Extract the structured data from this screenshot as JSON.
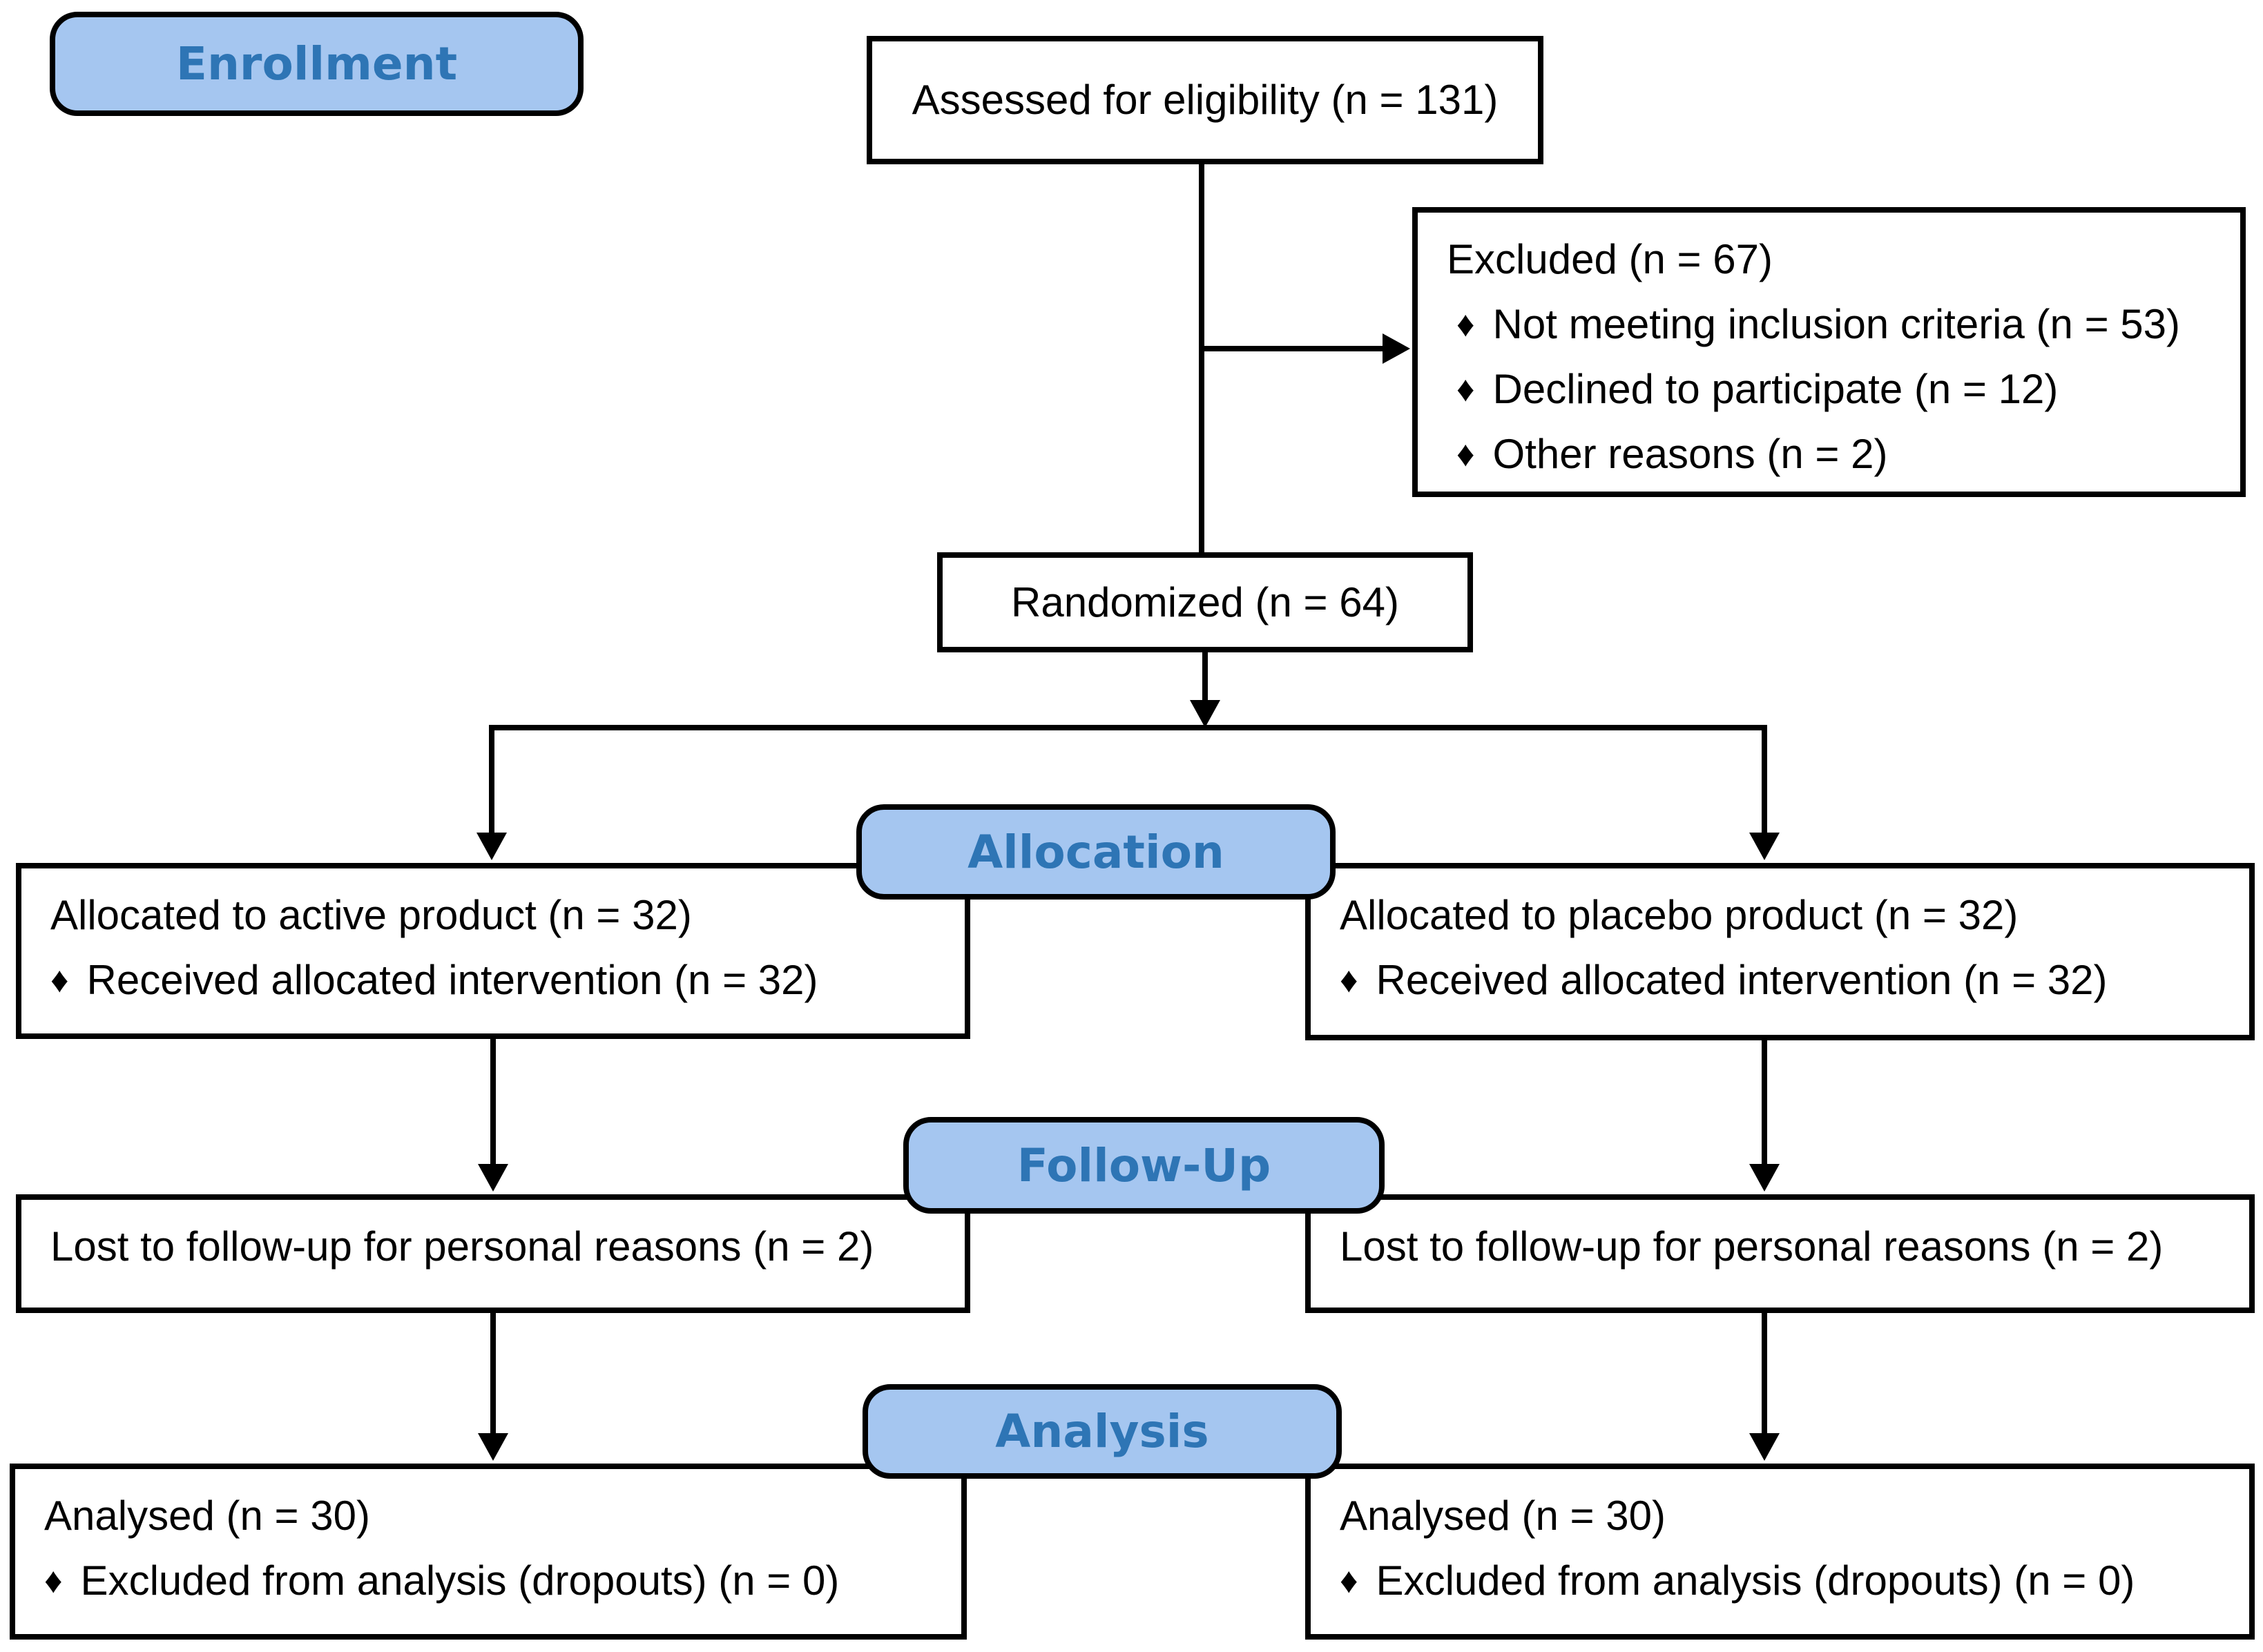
{
  "diagram": {
    "stages": {
      "enrollment": "Enrollment",
      "allocation": "Allocation",
      "followup": "Follow-Up",
      "analysis": "Analysis"
    },
    "colors": {
      "stage_fill": "#A5C6F0",
      "stage_text": "#2E75B5",
      "box_border": "#000000",
      "arrow": "#000000",
      "background": "#FFFFFF"
    },
    "boxes": {
      "assessed": {
        "title": "Assessed for eligibility (n = 131)"
      },
      "excluded": {
        "title": "Excluded (n = 67)",
        "bullets": [
          {
            "marker": "♦",
            "text": "Not meeting inclusion criteria (n = 53)"
          },
          {
            "marker": "♦",
            "text": "Declined to participate (n = 12)"
          },
          {
            "marker": "♦",
            "text": "Other reasons (n = 2)"
          }
        ]
      },
      "randomized": {
        "title": "Randomized (n = 64)"
      },
      "alloc_left": {
        "title": "Allocated to active product (n = 32)",
        "bullets": [
          {
            "marker": "♦",
            "text": "Received allocated intervention (n = 32)"
          }
        ]
      },
      "alloc_right": {
        "title": "Allocated to placebo product (n = 32)",
        "bullets": [
          {
            "marker": "♦",
            "text": "Received allocated intervention (n = 32)"
          }
        ]
      },
      "followup_left": {
        "title": "Lost to follow-up for personal reasons (n = 2)"
      },
      "followup_right": {
        "title": "Lost to follow-up for personal reasons (n = 2)"
      },
      "analysis_left": {
        "title": "Analysed (n = 30)",
        "bullets": [
          {
            "marker": "♦",
            "text": "Excluded from analysis (dropouts) (n = 0)"
          }
        ]
      },
      "analysis_right": {
        "title": "Analysed (n = 30)",
        "bullets": [
          {
            "marker": "♦",
            "text": "Excluded from analysis (dropouts) (n = 0)"
          }
        ]
      }
    }
  }
}
